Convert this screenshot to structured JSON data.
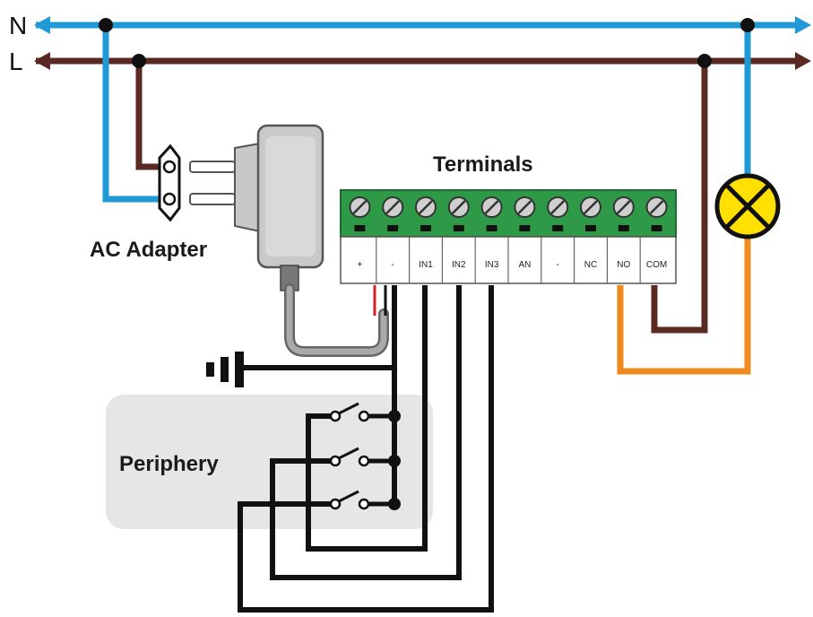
{
  "lines": {
    "neutral_label": "N",
    "live_label": "L"
  },
  "labels": {
    "terminals": "Terminals",
    "ac_adapter": "AC Adapter",
    "periphery": "Periphery"
  },
  "terminal_labels": [
    "+",
    "-",
    "IN1",
    "IN2",
    "IN3",
    "AN",
    "-",
    "NC",
    "NO",
    "COM"
  ],
  "colors": {
    "neutral": "#1f9ad6",
    "live": "#5a2a22",
    "orange": "#ef8a1e",
    "terminal_green": "#2e9a47",
    "lamp": "#ffe000",
    "periphery_bg": "#e6e6e6"
  },
  "icons": [
    "lamp-icon",
    "ground-icon",
    "plug-icon",
    "switch-icon"
  ]
}
